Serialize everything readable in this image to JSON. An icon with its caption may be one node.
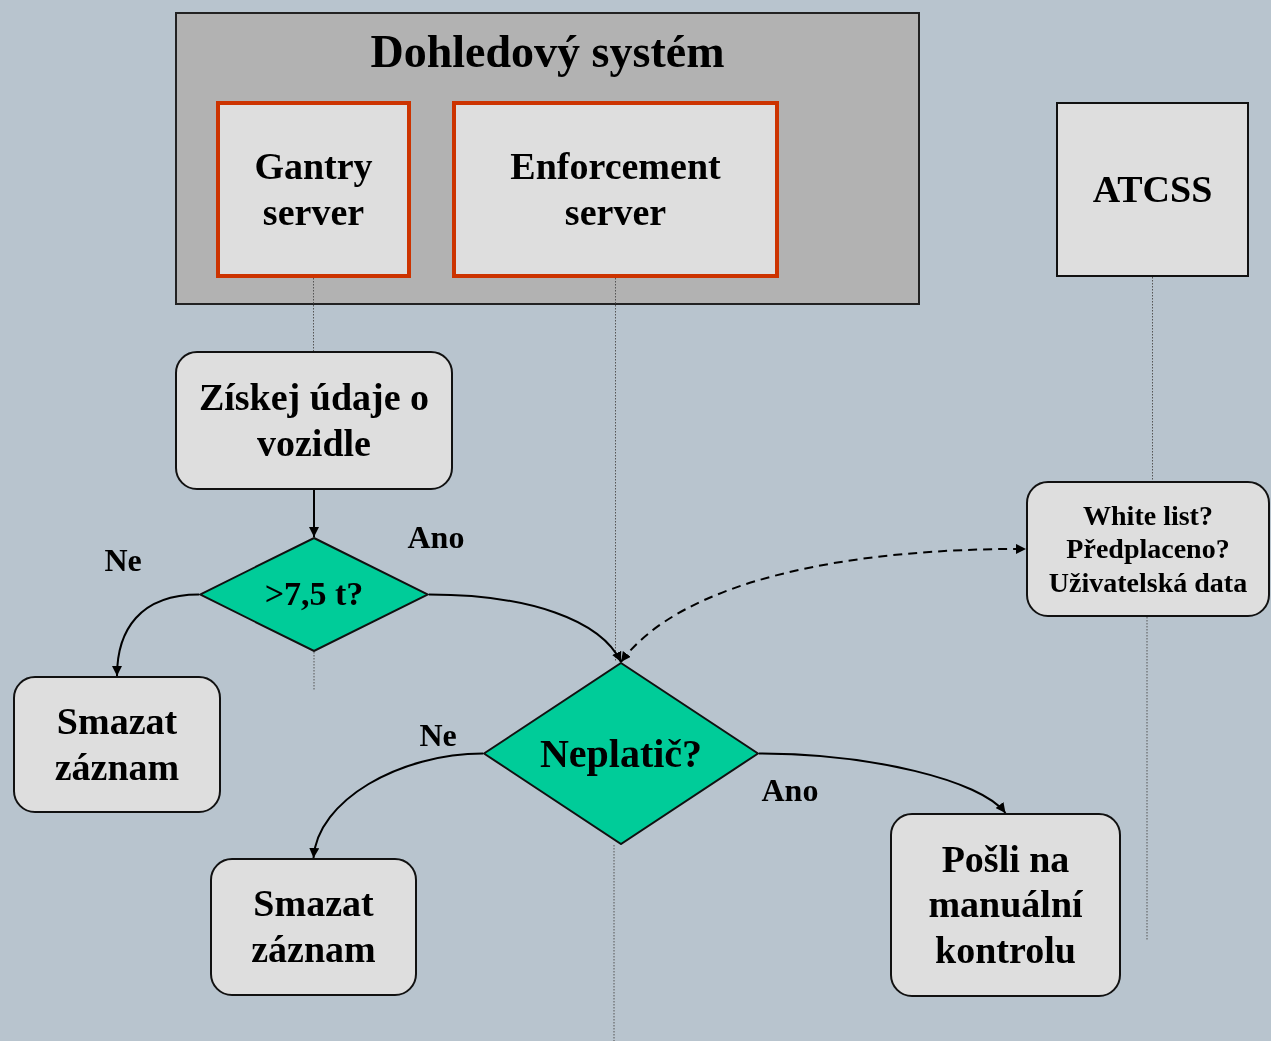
{
  "diagram": {
    "nodes": [
      {
        "text": [
          "Dohledový systém"
        ]
      },
      {
        "text": [
          "Gantry server"
        ],
        "in": 0
      },
      {
        "text": [
          "Enforcement server"
        ],
        "in": 0
      },
      {
        "text": [
          "ATCSS"
        ]
      },
      {
        "text": [
          "Získej údaje o vozidle"
        ]
      },
      {
        "text": [
          ">7,5 t?"
        ]
      },
      {
        "text": [
          "Smazat záznam"
        ]
      },
      {
        "text": [
          "White list?",
          "Předplaceno?",
          "Uživatelská data"
        ]
      },
      {
        "text": [
          "Neplatič?"
        ]
      },
      {
        "text": [
          "Smazat záznam"
        ]
      },
      {
        "text": [
          "Pošli na manuální kontrolu"
        ]
      }
    ],
    "edges": [
      {
        "from": 1,
        "to": 4,
        "arrow": "none",
        "style": "dashed",
        "color": "#555555"
      },
      {
        "from": 2,
        "to": 8,
        "arrow": "none",
        "style": "dashed",
        "color": "#555555"
      },
      {
        "from": 3,
        "to": 7,
        "arrow": "none",
        "style": "dashed",
        "color": "#555555"
      },
      {
        "from": 4,
        "to": 5,
        "arrow": "to"
      },
      {
        "from": 5,
        "to": 6,
        "label": "Ne",
        "arrow": "to"
      },
      {
        "from": 5,
        "to": 8,
        "label": "Ano",
        "arrow": "to"
      },
      {
        "from": 8,
        "to": 7,
        "arrow": "both",
        "style": "dashed"
      },
      {
        "from": 8,
        "to": 9,
        "label": "Ne",
        "arrow": "to"
      },
      {
        "from": 8,
        "to": 10,
        "label": "Ano",
        "arrow": "to"
      }
    ]
  }
}
